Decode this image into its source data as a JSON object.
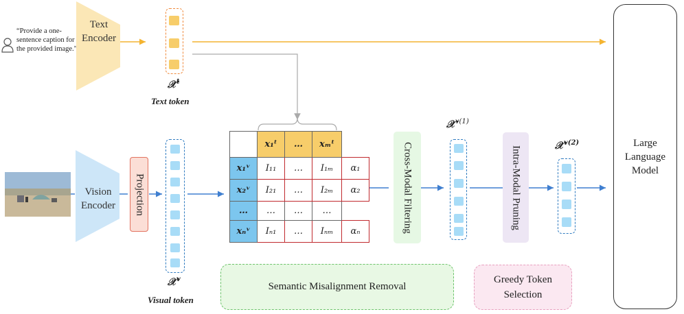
{
  "prompt": {
    "text": "“Provide a one-sentence caption for the provided image.”"
  },
  "text_encoder": {
    "label": "Text Encoder"
  },
  "vision_encoder": {
    "label": "Vision Encoder"
  },
  "projection": {
    "label": "Projection"
  },
  "text_tokens": {
    "symbol": "𝒳",
    "superscript": "t",
    "caption": "Text token",
    "color": "#f7cd6a",
    "border_color": "#f08a3c"
  },
  "visual_tokens": {
    "symbol": "𝒳",
    "superscript": "v",
    "caption": "Visual token",
    "color": "#a8dcf7",
    "border_color": "#2f7bc0"
  },
  "filtered_tokens": {
    "symbol": "𝒳",
    "superscript": "v(1)"
  },
  "pruned_tokens": {
    "symbol": "𝒳",
    "superscript": "v(2)"
  },
  "matrix": {
    "header": [
      "x₁ᵗ",
      "…",
      "xₘᵗ"
    ],
    "rows": [
      {
        "head": "x₁ᵛ",
        "cells": [
          "I₁₁",
          "…",
          "I₁ₘ"
        ],
        "alpha": "α₁"
      },
      {
        "head": "x₂ᵛ",
        "cells": [
          "I₂₁",
          "…",
          "I₂ₘ"
        ],
        "alpha": "α₂"
      },
      {
        "head": "…",
        "cells": [
          "…",
          "…",
          "…"
        ],
        "alpha": ""
      },
      {
        "head": "xₙᵛ",
        "cells": [
          "Iₙ₁",
          "…",
          "Iₙₘ"
        ],
        "alpha": "αₙ"
      }
    ]
  },
  "cross_modal": {
    "label": "Cross-Modal Filtering",
    "color": "#e6f8e4"
  },
  "intra_modal": {
    "label": "Intra-Modal Pruning",
    "color": "#ede6f4"
  },
  "semantic_box": {
    "label": "Semantic Misalignment Removal",
    "color": "#e8f8e4",
    "border_color": "#6cc36a"
  },
  "greedy_box": {
    "label": "Greedy Token Selection",
    "color": "#fbe8f1",
    "border_color": "#e8a0bf"
  },
  "llm": {
    "label": "Large Language Model"
  },
  "colors": {
    "text_arrow": "#f4b431",
    "visual_arrow": "#3f7fd0",
    "gray_arrow": "#aaaaaa"
  }
}
